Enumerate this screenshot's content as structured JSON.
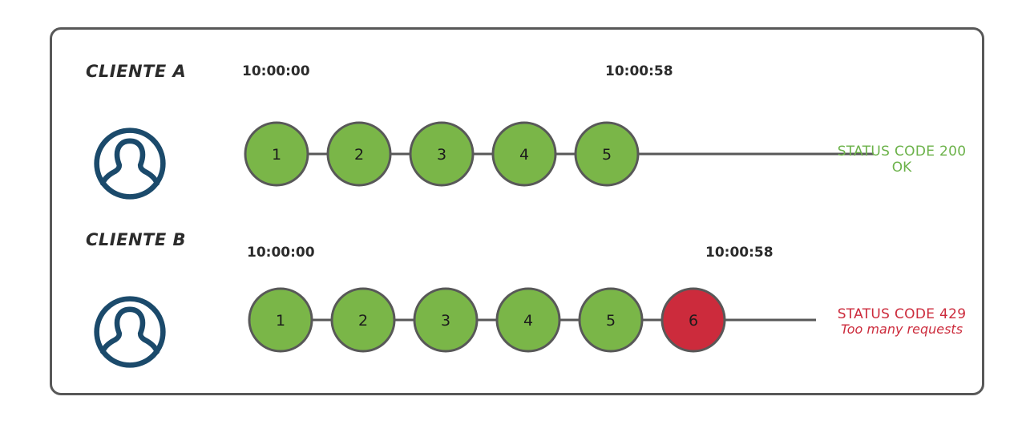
{
  "diagram": {
    "type": "rate-limit-sequence",
    "panel": {
      "border_color": "#585858",
      "background": "#ffffff"
    },
    "colors": {
      "node_ok": "#7ab648",
      "node_error": "#cc2b3c",
      "node_stroke": "#585858",
      "connector": "#585858",
      "avatar": "#1b4a6b",
      "status_ok_text": "#6cb24a",
      "status_error_text": "#cc2b3c",
      "label_text": "#2b2b2b"
    },
    "clients": [
      {
        "id": "client-a",
        "label": "CLIENTE A",
        "avatar_icon": "user-avatar-icon",
        "start_time": "10:00:00",
        "end_time": "10:00:58",
        "requests": [
          {
            "number": "1",
            "state": "ok"
          },
          {
            "number": "2",
            "state": "ok"
          },
          {
            "number": "3",
            "state": "ok"
          },
          {
            "number": "4",
            "state": "ok"
          },
          {
            "number": "5",
            "state": "ok"
          }
        ],
        "status": {
          "state": "ok",
          "line1": "STATUS CODE 200",
          "line2": "OK"
        }
      },
      {
        "id": "client-b",
        "label": "CLIENTE B",
        "avatar_icon": "user-avatar-icon",
        "start_time": "10:00:00",
        "end_time": "10:00:58",
        "requests": [
          {
            "number": "1",
            "state": "ok"
          },
          {
            "number": "2",
            "state": "ok"
          },
          {
            "number": "3",
            "state": "ok"
          },
          {
            "number": "4",
            "state": "ok"
          },
          {
            "number": "5",
            "state": "ok"
          },
          {
            "number": "6",
            "state": "error"
          }
        ],
        "status": {
          "state": "error",
          "line1": "STATUS CODE 429",
          "line2": "Too many requests"
        }
      }
    ]
  }
}
